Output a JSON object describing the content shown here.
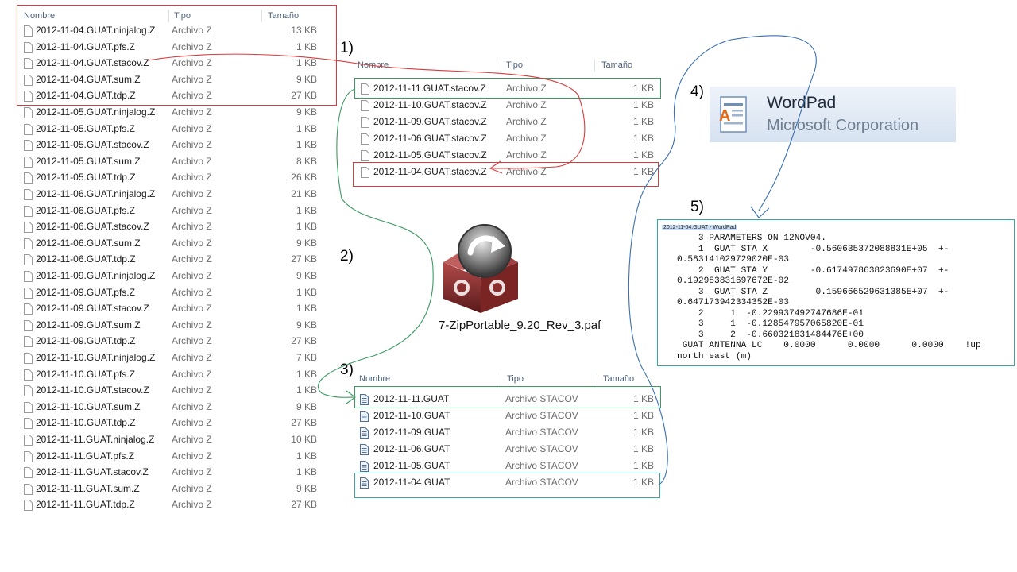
{
  "colors": {
    "red": "#d93a3a",
    "green": "#3c9a63",
    "teal": "#3aa6a0",
    "blue": "#3a6fb0"
  },
  "headers": {
    "name": "Nombre",
    "type": "Tipo",
    "size": "Tamaño"
  },
  "steps": [
    "1)",
    "2)",
    "3)",
    "4)",
    "5)"
  ],
  "left_list": [
    {
      "name": "2012-11-04.GUAT.ninjalog.Z",
      "type": "Archivo Z",
      "size": "13 KB"
    },
    {
      "name": "2012-11-04.GUAT.pfs.Z",
      "type": "Archivo Z",
      "size": "1 KB"
    },
    {
      "name": "2012-11-04.GUAT.stacov.Z",
      "type": "Archivo Z",
      "size": "1 KB"
    },
    {
      "name": "2012-11-04.GUAT.sum.Z",
      "type": "Archivo Z",
      "size": "9 KB"
    },
    {
      "name": "2012-11-04.GUAT.tdp.Z",
      "type": "Archivo Z",
      "size": "27 KB"
    },
    {
      "name": "2012-11-05.GUAT.ninjalog.Z",
      "type": "Archivo Z",
      "size": "9 KB"
    },
    {
      "name": "2012-11-05.GUAT.pfs.Z",
      "type": "Archivo Z",
      "size": "1 KB"
    },
    {
      "name": "2012-11-05.GUAT.stacov.Z",
      "type": "Archivo Z",
      "size": "1 KB"
    },
    {
      "name": "2012-11-05.GUAT.sum.Z",
      "type": "Archivo Z",
      "size": "8 KB"
    },
    {
      "name": "2012-11-05.GUAT.tdp.Z",
      "type": "Archivo Z",
      "size": "26 KB"
    },
    {
      "name": "2012-11-06.GUAT.ninjalog.Z",
      "type": "Archivo Z",
      "size": "21 KB"
    },
    {
      "name": "2012-11-06.GUAT.pfs.Z",
      "type": "Archivo Z",
      "size": "1 KB"
    },
    {
      "name": "2012-11-06.GUAT.stacov.Z",
      "type": "Archivo Z",
      "size": "1 KB"
    },
    {
      "name": "2012-11-06.GUAT.sum.Z",
      "type": "Archivo Z",
      "size": "9 KB"
    },
    {
      "name": "2012-11-06.GUAT.tdp.Z",
      "type": "Archivo Z",
      "size": "27 KB"
    },
    {
      "name": "2012-11-09.GUAT.ninjalog.Z",
      "type": "Archivo Z",
      "size": "9 KB"
    },
    {
      "name": "2012-11-09.GUAT.pfs.Z",
      "type": "Archivo Z",
      "size": "1 KB"
    },
    {
      "name": "2012-11-09.GUAT.stacov.Z",
      "type": "Archivo Z",
      "size": "1 KB"
    },
    {
      "name": "2012-11-09.GUAT.sum.Z",
      "type": "Archivo Z",
      "size": "9 KB"
    },
    {
      "name": "2012-11-09.GUAT.tdp.Z",
      "type": "Archivo Z",
      "size": "27 KB"
    },
    {
      "name": "2012-11-10.GUAT.ninjalog.Z",
      "type": "Archivo Z",
      "size": "7 KB"
    },
    {
      "name": "2012-11-10.GUAT.pfs.Z",
      "type": "Archivo Z",
      "size": "1 KB"
    },
    {
      "name": "2012-11-10.GUAT.stacov.Z",
      "type": "Archivo Z",
      "size": "1 KB"
    },
    {
      "name": "2012-11-10.GUAT.sum.Z",
      "type": "Archivo Z",
      "size": "9 KB"
    },
    {
      "name": "2012-11-10.GUAT.tdp.Z",
      "type": "Archivo Z",
      "size": "27 KB"
    },
    {
      "name": "2012-11-11.GUAT.ninjalog.Z",
      "type": "Archivo Z",
      "size": "10 KB"
    },
    {
      "name": "2012-11-11.GUAT.pfs.Z",
      "type": "Archivo Z",
      "size": "1 KB"
    },
    {
      "name": "2012-11-11.GUAT.stacov.Z",
      "type": "Archivo Z",
      "size": "1 KB"
    },
    {
      "name": "2012-11-11.GUAT.sum.Z",
      "type": "Archivo Z",
      "size": "9 KB"
    },
    {
      "name": "2012-11-11.GUAT.tdp.Z",
      "type": "Archivo Z",
      "size": "27 KB"
    }
  ],
  "stacov_list": [
    {
      "name": "2012-11-11.GUAT.stacov.Z",
      "type": "Archivo Z",
      "size": "1 KB"
    },
    {
      "name": "2012-11-10.GUAT.stacov.Z",
      "type": "Archivo Z",
      "size": "1 KB"
    },
    {
      "name": "2012-11-09.GUAT.stacov.Z",
      "type": "Archivo Z",
      "size": "1 KB"
    },
    {
      "name": "2012-11-06.GUAT.stacov.Z",
      "type": "Archivo Z",
      "size": "1 KB"
    },
    {
      "name": "2012-11-05.GUAT.stacov.Z",
      "type": "Archivo Z",
      "size": "1 KB"
    },
    {
      "name": "2012-11-04.GUAT.stacov.Z",
      "type": "Archivo Z",
      "size": "1 KB"
    }
  ],
  "extracted_list": [
    {
      "name": "2012-11-11.GUAT",
      "type": "Archivo STACOV",
      "size": "1 KB"
    },
    {
      "name": "2012-11-10.GUAT",
      "type": "Archivo STACOV",
      "size": "1 KB"
    },
    {
      "name": "2012-11-09.GUAT",
      "type": "Archivo STACOV",
      "size": "1 KB"
    },
    {
      "name": "2012-11-06.GUAT",
      "type": "Archivo STACOV",
      "size": "1 KB"
    },
    {
      "name": "2012-11-05.GUAT",
      "type": "Archivo STACOV",
      "size": "1 KB"
    },
    {
      "name": "2012-11-04.GUAT",
      "type": "Archivo STACOV",
      "size": "1 KB"
    }
  ],
  "zip_label": "7-ZipPortable_9.20_Rev_3.paf",
  "wordpad_brand": {
    "title": "WordPad",
    "company": "Microsoft Corporation"
  },
  "wordpad_window": {
    "title": "2012-11-04.GUAT - WordPad",
    "lines": [
      "    3 PARAMETERS ON 12NOV04.",
      "    1  GUAT STA X        -0.560635372088831E+05  +-",
      "0.583141029729020E-03",
      "    2  GUAT STA Y        -0.617497863823690E+07  +-",
      "0.192983831697672E-02",
      "    3  GUAT STA Z         0.159666529631385E+07  +-",
      "0.647173942334352E-03",
      "    2     1  -0.229937492747686E-01",
      "    3     1  -0.128547957065820E-01",
      "    3     2  -0.660321831484476E+00",
      " GUAT ANTENNA LC    0.0000      0.0000      0.0000    !up",
      "north east (m)"
    ]
  }
}
